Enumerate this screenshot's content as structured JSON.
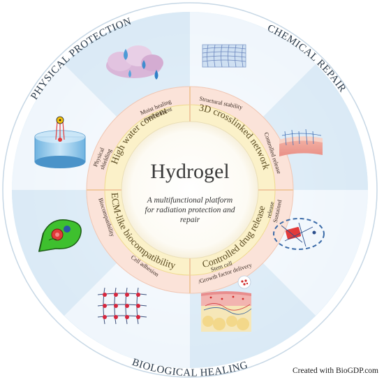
{
  "title": "Hydrogel",
  "subtitle_lines": [
    "A multifunctional platform",
    "for radiation protection and",
    "repair"
  ],
  "outer_labels": {
    "physical": "PHYSICAL PROTECTION",
    "chemical": "CHEMICAL REPAIR",
    "biological": "BIOLOGICAL HEALING"
  },
  "inner_properties": {
    "water": "High water content",
    "crosslinked": "3D crosslinked network",
    "drug": "Controlled drug release",
    "ecm": "ECM-like biocompatibility"
  },
  "function_labels": {
    "moist": [
      "Moist healing",
      "environment"
    ],
    "structural": [
      "Structural stability"
    ],
    "controlled": [
      "Controlled release"
    ],
    "sustained": [
      "Sustained",
      "release"
    ],
    "stem": [
      "Stem cell",
      "/Growth factor delivery"
    ],
    "adhesion": [
      "Cell adhesion"
    ],
    "biocompat": [
      "Biocompatibility"
    ],
    "shielding": [
      "Physical",
      "shielding"
    ]
  },
  "credit": "Created with BioGDP.com",
  "colors": {
    "ring_outer": "#e8f1f8",
    "sector_light": "#d9e9f6",
    "sector_white": "#f6fafd",
    "function_ring": "#fbe3d9",
    "property_ring": "#fbf1c9",
    "divider": "#f0c9a0",
    "center": "#ffffff",
    "text_dark": "#2b2b2b",
    "outer_text": "#2a3a4a"
  }
}
